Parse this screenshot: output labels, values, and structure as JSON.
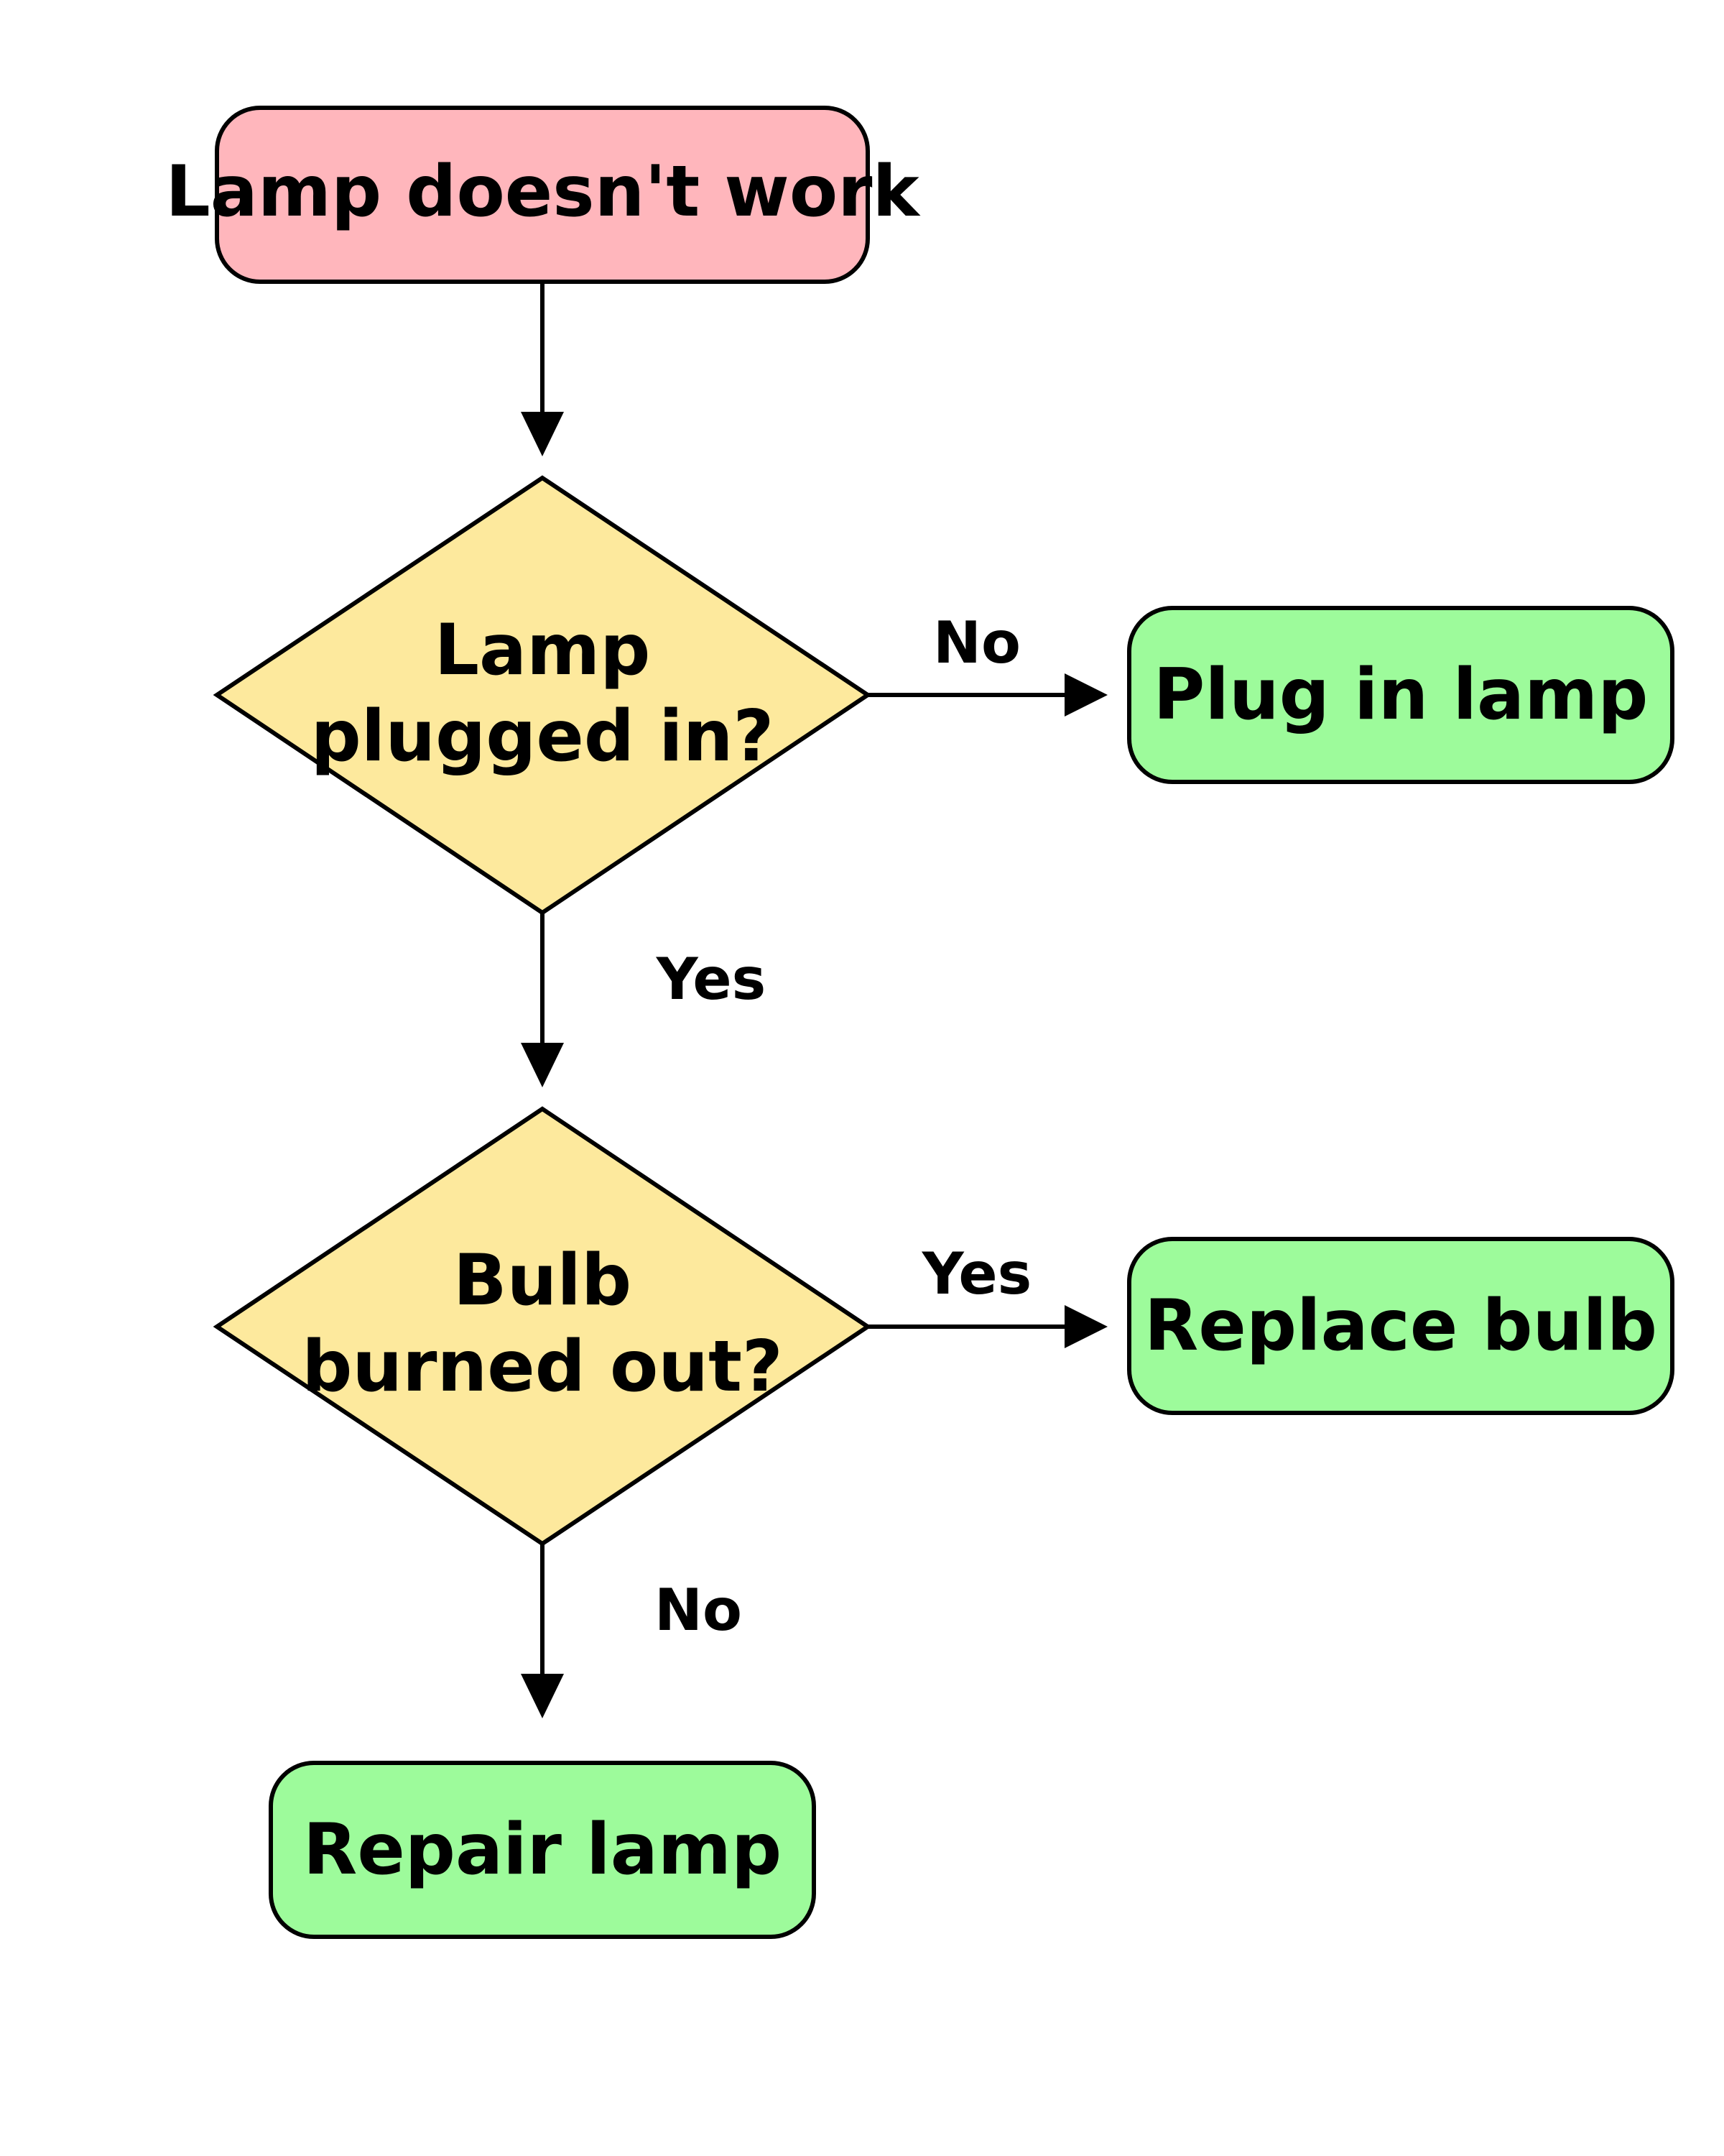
{
  "colors": {
    "start": "#ffb6bc",
    "decision": "#fde99d",
    "action": "#9dfb9b",
    "stroke": "#000000"
  },
  "nodes": {
    "start": {
      "label": "Lamp doesn't work"
    },
    "decision_plugged": {
      "line1": "Lamp",
      "line2": "plugged in?"
    },
    "action_plug": {
      "label": "Plug in lamp"
    },
    "decision_bulb": {
      "line1": "Bulb",
      "line2": "burned out?"
    },
    "action_replace": {
      "label": "Replace bulb"
    },
    "action_repair": {
      "label": "Repair lamp"
    }
  },
  "edges": {
    "plugged_no": "No",
    "plugged_yes": "Yes",
    "bulb_yes": "Yes",
    "bulb_no": "No"
  }
}
